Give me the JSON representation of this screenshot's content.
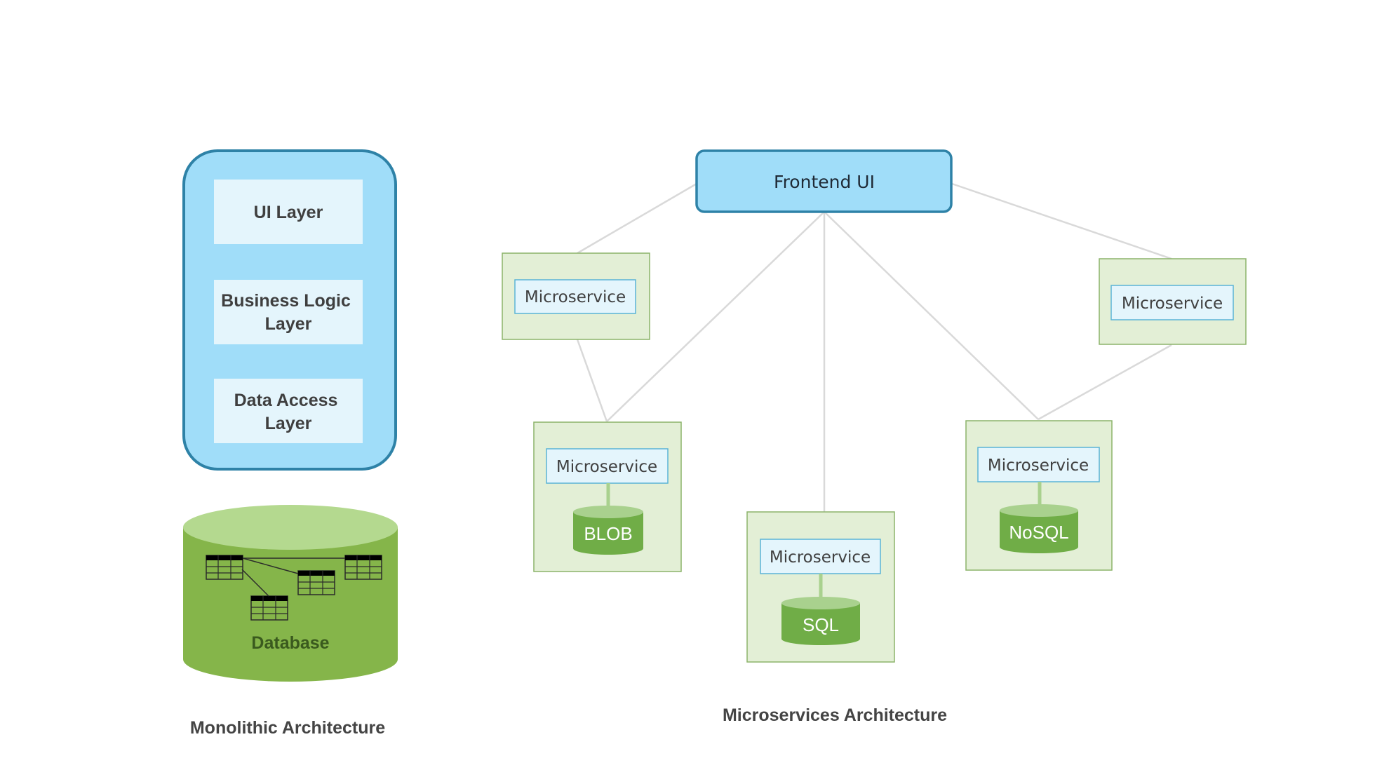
{
  "monolith": {
    "layers": [
      "UI Layer",
      "Business Logic Layer",
      "Data Access Layer"
    ],
    "database_label": "Database",
    "caption": "Monolithic Architecture"
  },
  "microservices": {
    "frontend_label": "Frontend UI",
    "service_label": "Microservice",
    "stores": [
      "BLOB",
      "SQL",
      "NoSQL"
    ],
    "caption": "Microservices Architecture"
  },
  "colors": {
    "monolith_fill": "#a0ddf9",
    "monolith_border": "#2e82a7",
    "layer_fill": "#e4f5fc",
    "service_fill": "#e3efd6",
    "service_border": "#8cb46a",
    "database_green": "#85b54a",
    "database_top": "#b4d98f",
    "connector": "#d9d9d9"
  }
}
